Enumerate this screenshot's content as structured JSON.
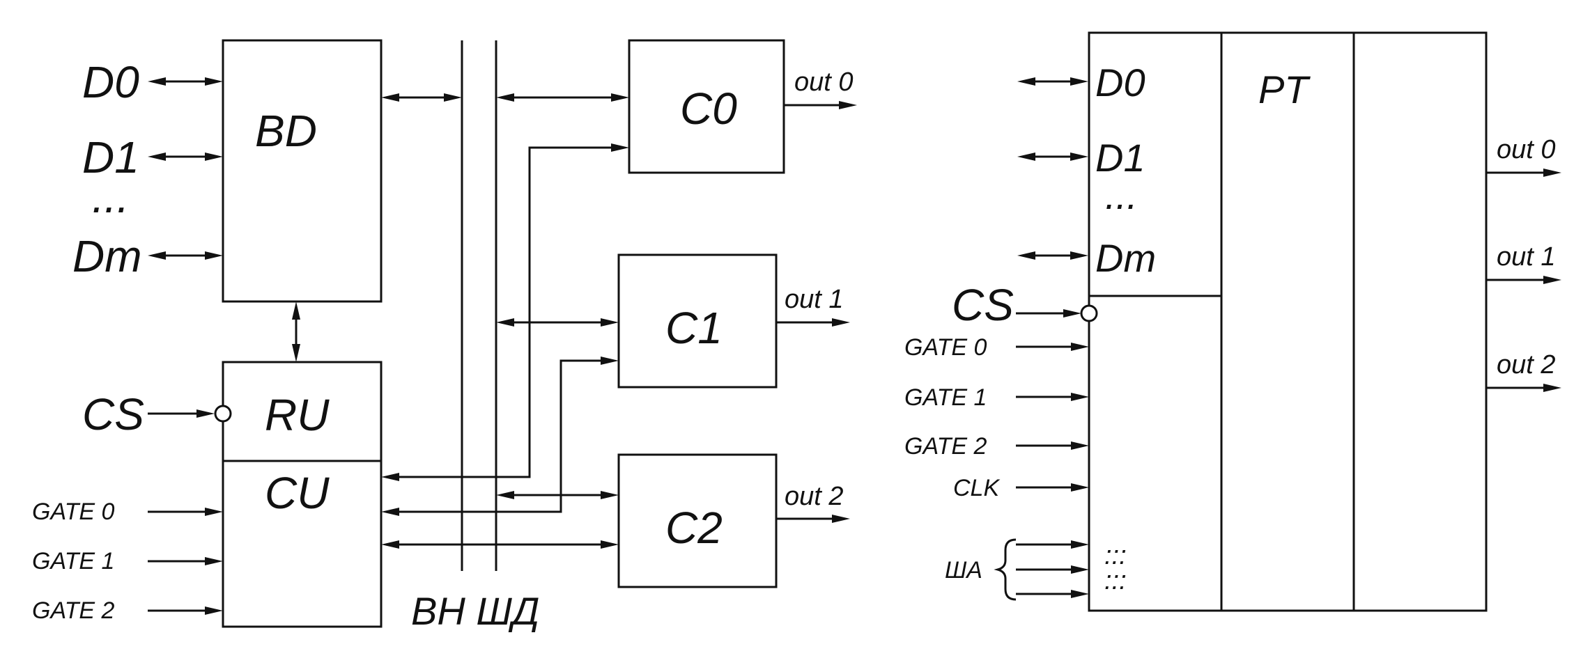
{
  "colors": {
    "stroke": "#111111",
    "background": "#ffffff"
  },
  "left": {
    "bd_label": "BD",
    "ru_label": "RU",
    "cu_label": "CU",
    "c0_label": "C0",
    "c1_label": "C1",
    "c2_label": "C2",
    "d0": "D0",
    "d1": "D1",
    "dots": "...",
    "dm": "Dm",
    "cs": "CS",
    "gate0": "GATE 0",
    "gate1": "GATE 1",
    "gate2": "GATE 2",
    "out0": "out 0",
    "out1": "out 1",
    "out2": "out 2",
    "bus_label": "ВН ШД"
  },
  "right": {
    "pt_label": "PT",
    "d0": "D0",
    "d1": "D1",
    "dots": "...",
    "dm": "Dm",
    "cs": "CS",
    "gate0": "GATE 0",
    "gate1": "GATE 1",
    "gate2": "GATE 2",
    "clk": "CLK",
    "sha": "ША",
    "addr_dots_1": ":::",
    "addr_dots_2": ":::",
    "out0": "out 0",
    "out1": "out 1",
    "out2": "out 2"
  }
}
